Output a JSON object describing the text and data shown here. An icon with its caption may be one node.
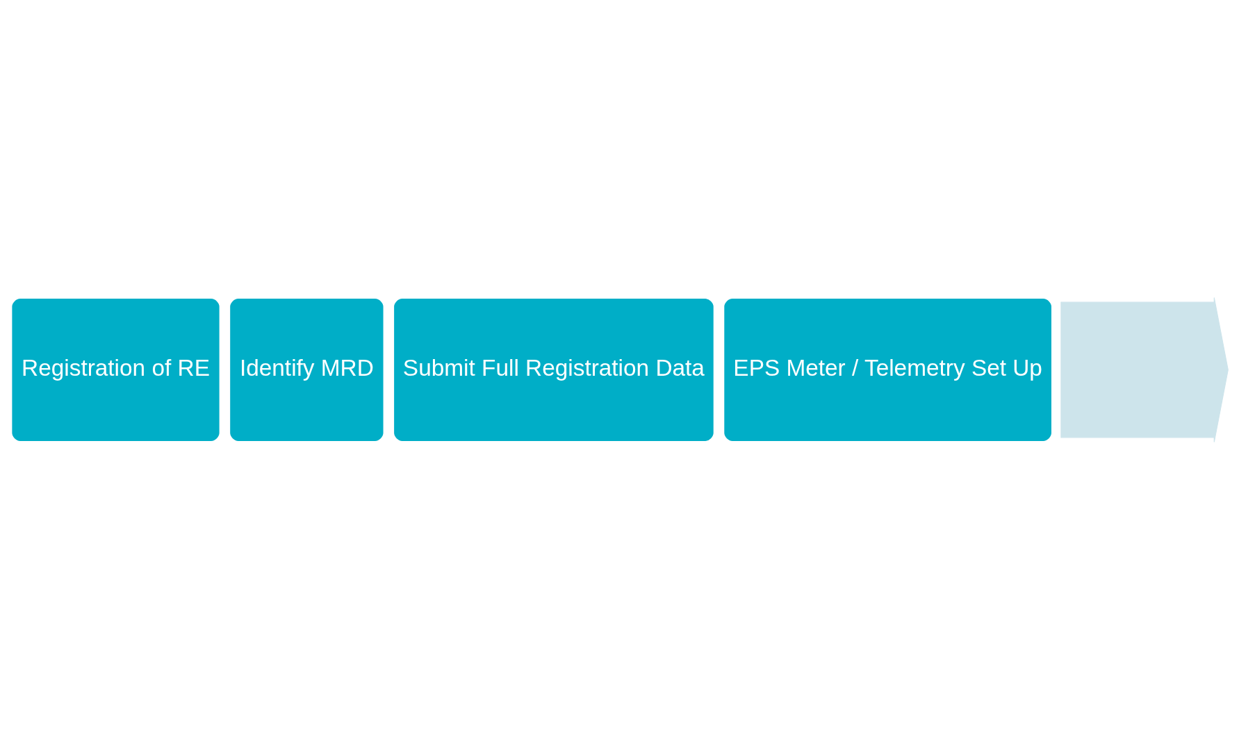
{
  "diagram": {
    "nodes": [
      {
        "text": [
          "Registration of RE"
        ]
      },
      {
        "text": [
          "Identify MRD"
        ]
      },
      {
        "text": [
          "Submit Full Registration Data"
        ]
      },
      {
        "text": [
          "EPS Meter / Telemetry Set Up"
        ]
      },
      {
        "text": [],
        "shape": "arrow"
      }
    ],
    "edges": []
  }
}
